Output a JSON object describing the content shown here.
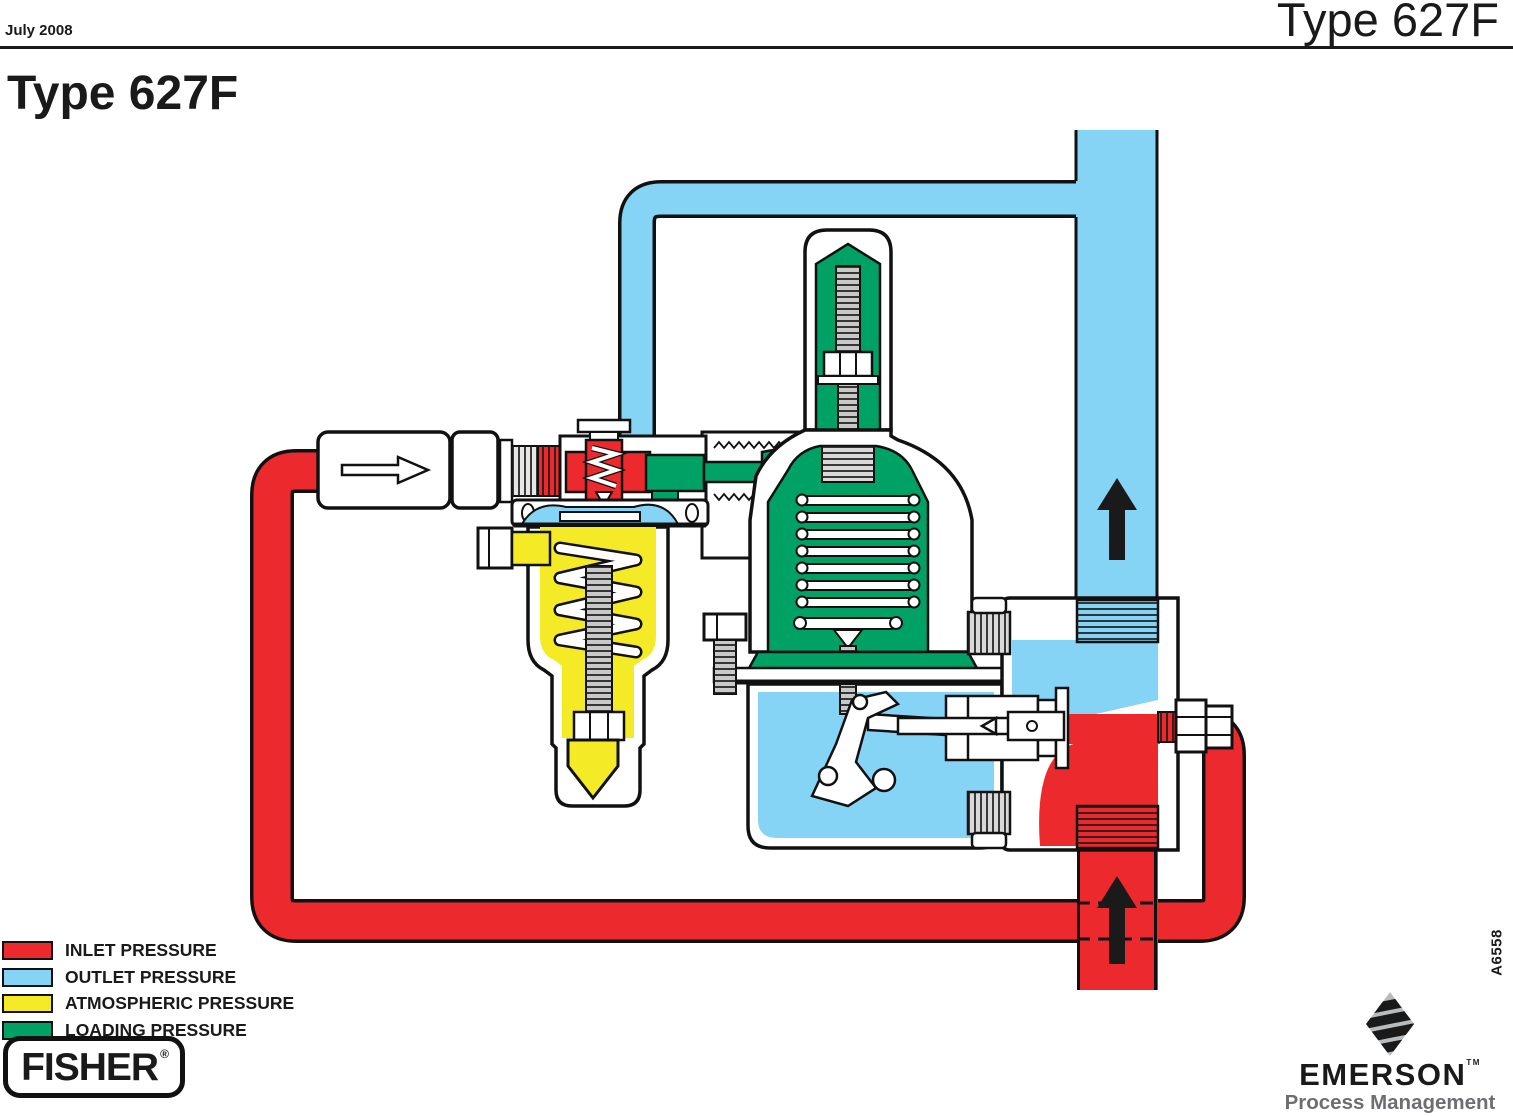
{
  "header": {
    "date": "July 2008",
    "document_title": "Type 627F"
  },
  "title": "Type 627F",
  "legend": {
    "items": [
      {
        "label": "INLET PRESSURE",
        "color": "inlet"
      },
      {
        "label": "OUTLET PRESSURE",
        "color": "outlet"
      },
      {
        "label": "ATMOSPHERIC PRESSURE",
        "color": "atmospheric"
      },
      {
        "label": "LOADING PRESSURE",
        "color": "loading"
      }
    ]
  },
  "colors": {
    "inlet": "#EC2A2E",
    "outlet": "#85D3F5",
    "atmospheric": "#F4EA25",
    "loading": "#00A164"
  },
  "diagram": {
    "icons": {
      "filter_flow_arrow": "right-arrow",
      "outlet_flow_arrow": "up-arrow",
      "inlet_flow_arrow": "up-arrow"
    }
  },
  "footer": {
    "fisher_logo_text": "FISHER",
    "fisher_registered_mark": "®",
    "document_number": "A6558",
    "emerson_logo_text": "EMERSON",
    "emerson_trademark": "TM",
    "emerson_tagline": "Process Management"
  }
}
